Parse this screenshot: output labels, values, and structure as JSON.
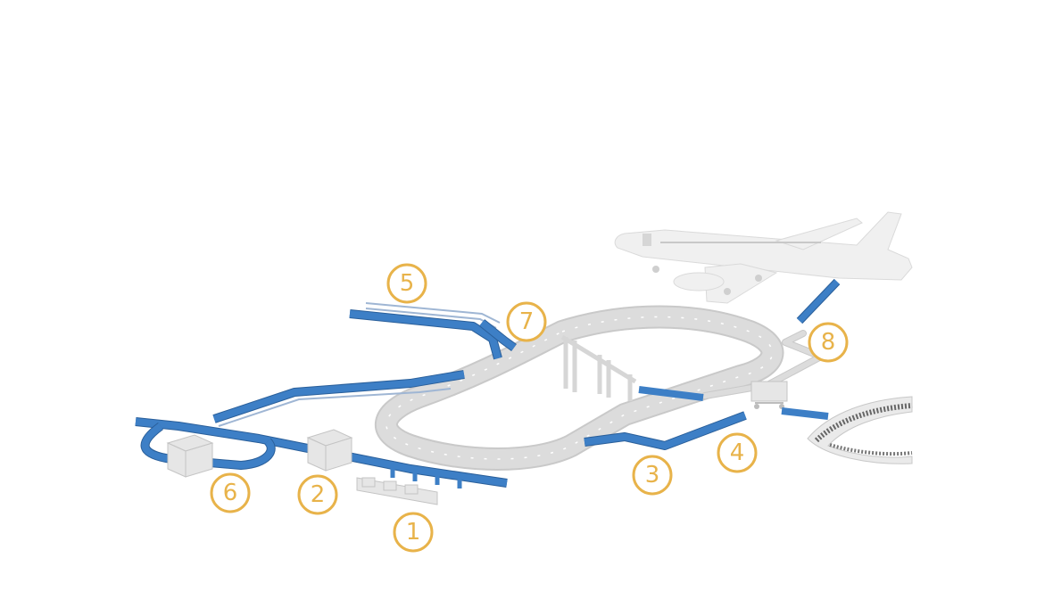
{
  "diagram": {
    "markers": [
      {
        "id": "1",
        "label": "1"
      },
      {
        "id": "2",
        "label": "2"
      },
      {
        "id": "3",
        "label": "3"
      },
      {
        "id": "4",
        "label": "4"
      },
      {
        "id": "5",
        "label": "5"
      },
      {
        "id": "6",
        "label": "6"
      },
      {
        "id": "7",
        "label": "7"
      },
      {
        "id": "8",
        "label": "8"
      }
    ],
    "colors": {
      "conveyor": "#3d7fc6",
      "marker": "#e8b34a",
      "equipment": "#e6e6e6"
    }
  }
}
